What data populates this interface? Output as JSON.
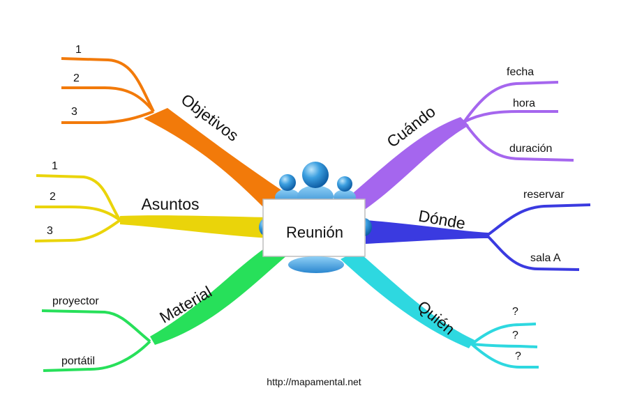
{
  "center": {
    "label": "Reunión"
  },
  "branches": {
    "objetivos": {
      "label": "Objetivos",
      "color": "#f27a0a",
      "items": [
        "1",
        "2",
        "3"
      ]
    },
    "asuntos": {
      "label": "Asuntos",
      "color": "#ead40a",
      "items": [
        "1",
        "2",
        "3"
      ]
    },
    "material": {
      "label": "Material",
      "color": "#27e05a",
      "items": [
        "proyector",
        "portátil"
      ]
    },
    "cuando": {
      "label": "Cuándo",
      "color": "#a566ee",
      "items": [
        "fecha",
        "hora",
        "duración"
      ]
    },
    "donde": {
      "label": "Dónde",
      "color": "#3a3ae0",
      "items": [
        "reservar",
        "sala A"
      ]
    },
    "quien": {
      "label": "Quién",
      "color": "#2ed8e0",
      "items": [
        "?",
        "?",
        "?"
      ]
    }
  },
  "footer": {
    "url": "http://mapamental.net"
  }
}
